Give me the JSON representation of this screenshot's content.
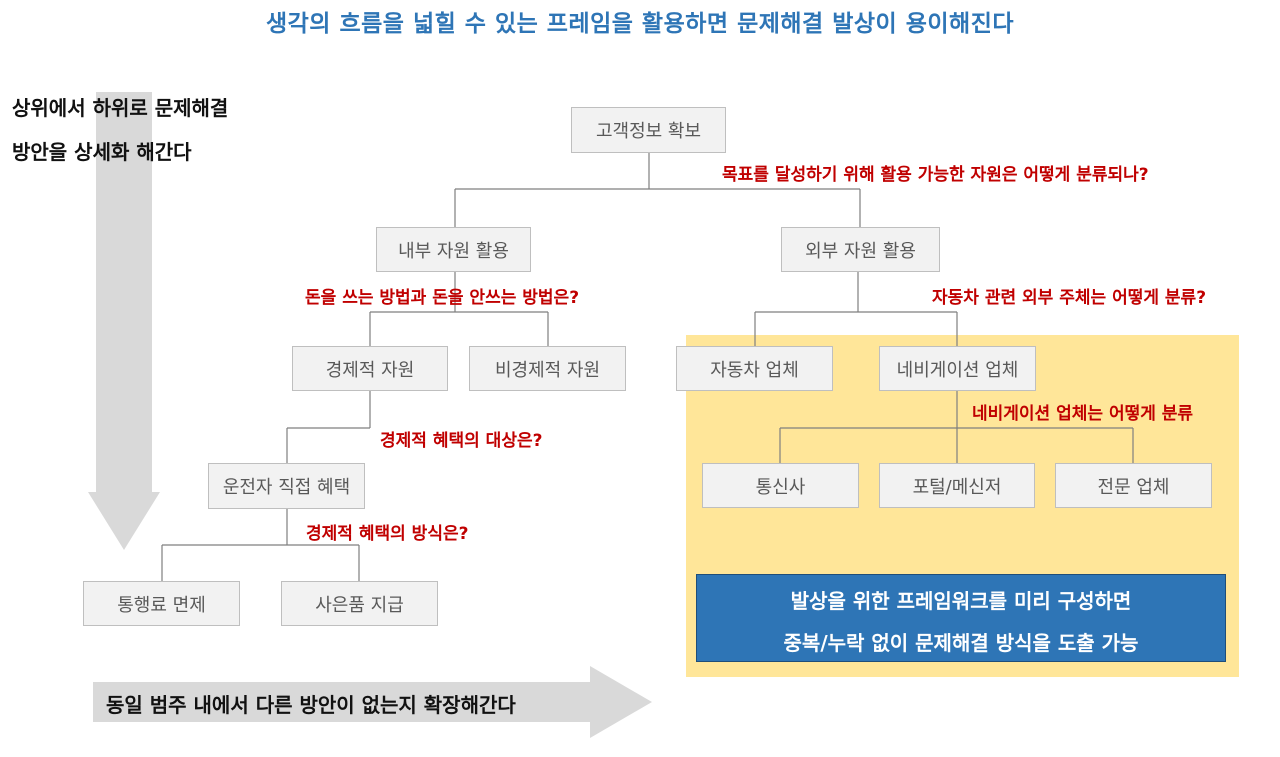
{
  "title": "생각의 흐름을 넓힐 수 있는 프레임을 활용하면 문제해결 발상이 용이해진다",
  "vertical_note": {
    "line1": "상위에서 하위로 문제해결",
    "line2": "방안을 상세화 해간다"
  },
  "horizontal_note": "동일 범주 내에서 다른 방안이 없는지 확장해간다",
  "nodes": {
    "root": "고객정보 확보",
    "internal": "내부 자원 활용",
    "external": "외부 자원 활용",
    "economic": "경제적 자원",
    "non_economic": "비경제적 자원",
    "automaker": "자동차 업체",
    "navigation": "네비게이션 업체",
    "driver_benefit": "운전자 직접 혜택",
    "telecom": "통신사",
    "portal": "포털/메신저",
    "specialist": "전문 업체",
    "toll_exemption": "통행료 면제",
    "gift": "사은품 지급"
  },
  "questions": {
    "q_root": "목표를 달성하기 위해 활용 가능한 자원은 어떻게 분류되나?",
    "q_internal": "돈을 쓰는 방법과 돈을 안쓰는 방법은?",
    "q_external": "자동차 관련 외부 주체는 어떻게 분류?",
    "q_economic": "경제적 혜택의 대상은?",
    "q_navigation": "네비게이션 업체는 어떻게 분류",
    "q_driver": "경제적 혜택의 방식은?"
  },
  "callout": {
    "line1": "발상을 위한 프레임워크를 미리 구성하면",
    "line2": "중복/누락 없이 문제해결 방식을 도출 가능"
  },
  "colors": {
    "title": "#2e75b6",
    "question": "#c00000",
    "node_fill": "#f2f2f2",
    "node_border": "#bfbfbf",
    "highlight": "#ffe699",
    "callout": "#2e75b6",
    "arrow": "#d9d9d9"
  }
}
